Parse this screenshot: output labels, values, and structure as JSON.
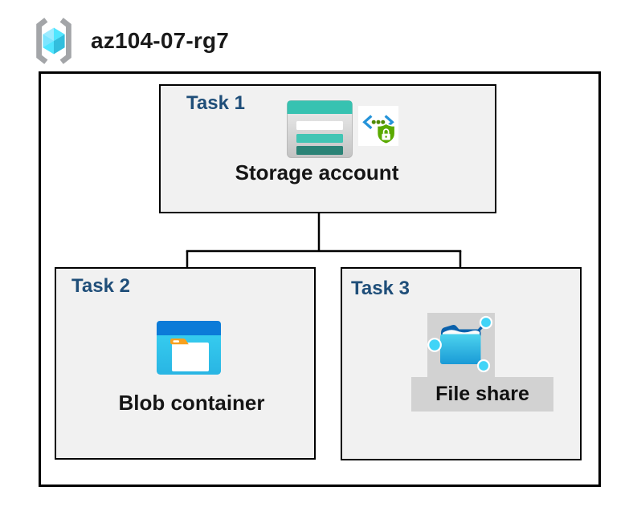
{
  "diagram": {
    "resource_group": {
      "name": "az104-07-rg7",
      "icon": "resource-group-icon"
    },
    "nodes": [
      {
        "id": "task1",
        "task_label": "Task 1",
        "item_label": "Storage account",
        "icons": [
          "storage-account-icon",
          "sas-security-icon"
        ]
      },
      {
        "id": "task2",
        "task_label": "Task 2",
        "item_label": "Blob container",
        "icons": [
          "blob-container-icon"
        ]
      },
      {
        "id": "task3",
        "task_label": "Task 3",
        "item_label": "File share",
        "icons": [
          "file-share-icon"
        ],
        "highlighted": true
      }
    ],
    "connections": [
      {
        "from": "Storage account",
        "to": "Blob container"
      },
      {
        "from": "Storage account",
        "to": "File share"
      }
    ],
    "colors": {
      "task_label_navy": "#1f4e79",
      "box_fill": "#f1f1f1",
      "box_border": "#000000",
      "highlight_gray": "#d2d2d2",
      "storage_teal": "#37c2b1",
      "storage_teal_dark": "#2b8376",
      "blob_blue": "#0c7bd8",
      "cyan_light": "#3ad3f3",
      "folder_dark_blue": "#0b61ab",
      "node_cyan": "#40d4f7",
      "security_green": "#5aaa00",
      "chevron_blue": "#2493d9"
    }
  }
}
